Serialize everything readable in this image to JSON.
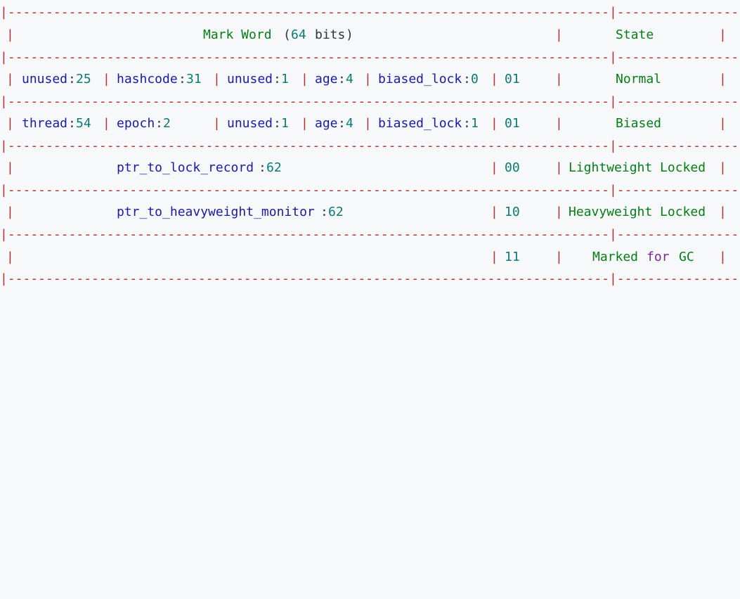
{
  "title": {
    "text": "Mark Word",
    "paren_open": "(",
    "bits_num": "64",
    "bits_word": "bits",
    "paren_close": ")"
  },
  "state_header": "State",
  "separator": "|-------------------------------------------------------------------------------|--------------------|",
  "rows": {
    "normal": {
      "unused": "unused",
      "unused_val": "25",
      "hashcode": "hashcode",
      "hashcode_val": "31",
      "unused2": "unused",
      "unused2_val": "1",
      "age": "age",
      "age_val": "4",
      "biased": "biased_lock",
      "biased_val": "0",
      "bits": "01",
      "state": "Normal"
    },
    "biased": {
      "thread": "thread",
      "thread_val": "54",
      "epoch": "epoch",
      "epoch_val": "2",
      "unused2": "unused",
      "unused2_val": "1",
      "age": "age",
      "age_val": "4",
      "biased": "biased_lock",
      "biased_val": "1",
      "bits": "01",
      "state": "Biased"
    },
    "lightweight": {
      "field": "ptr_to_lock_record",
      "val": "62",
      "bits": "00",
      "state": "Lightweight Locked"
    },
    "heavyweight": {
      "field": "ptr_to_heavyweight_monitor",
      "val": "62",
      "bits": "10",
      "state": "Heavyweight Locked"
    },
    "gc": {
      "bits": "11",
      "state_a": "Marked",
      "state_b": "for",
      "state_c": "GC"
    }
  },
  "colors": {
    "border": "#b4302c",
    "label": "#067d17",
    "field": "#1a1aa6",
    "number": "#0b7a75",
    "keyword": "#7b2a8c",
    "background": "#f6f8fa"
  }
}
